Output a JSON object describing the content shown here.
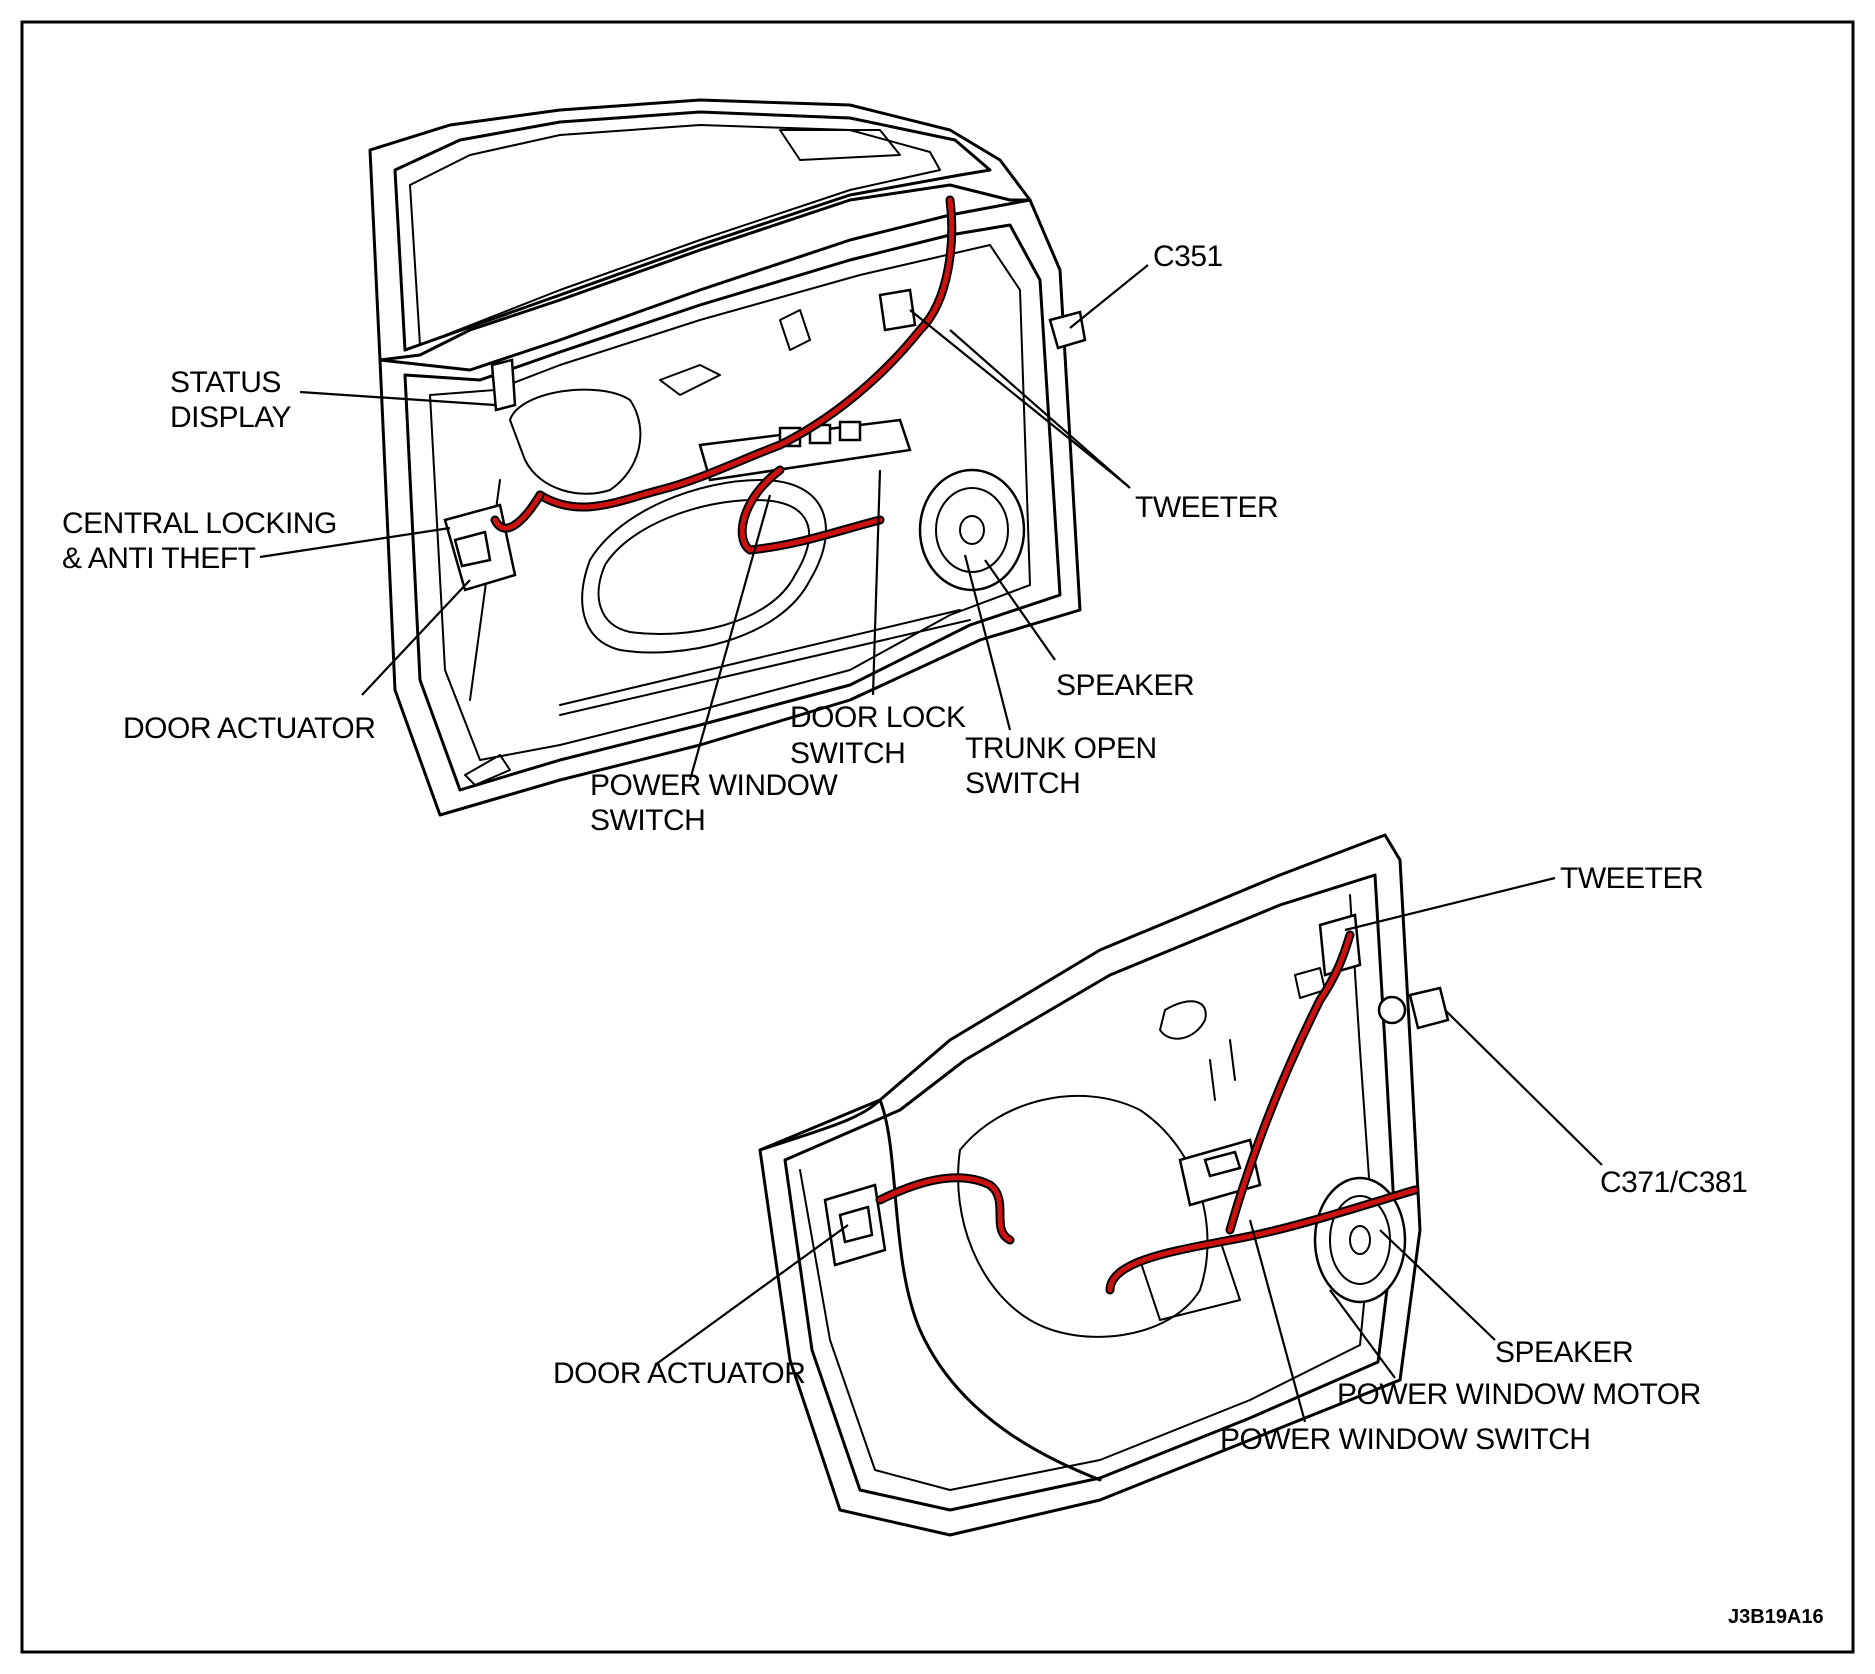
{
  "diagram": {
    "figure_code": "J3B19A16",
    "colors": {
      "line": "#000000",
      "harness": "#cc1111",
      "background": "#ffffff"
    },
    "front_door": {
      "labels": {
        "c351": "C351",
        "status_display_1": "STATUS",
        "status_display_2": "DISPLAY",
        "tweeter": "TWEETER",
        "central_locking_1": "CENTRAL LOCKING",
        "central_locking_2": "& ANTI THEFT",
        "speaker": "SPEAKER",
        "door_actuator": "DOOR ACTUATOR",
        "door_lock_switch_1": "DOOR LOCK",
        "door_lock_switch_2": "SWITCH",
        "trunk_open_switch_1": "TRUNK OPEN",
        "trunk_open_switch_2": "SWITCH",
        "power_window_switch_1": "POWER WINDOW",
        "power_window_switch_2": "SWITCH"
      }
    },
    "rear_door": {
      "labels": {
        "tweeter": "TWEETER",
        "c371_c381": "C371/C381",
        "door_actuator": "DOOR ACTUATOR",
        "speaker": "SPEAKER",
        "power_window_motor": "POWER WINDOW MOTOR",
        "power_window_switch": "POWER WINDOW SWITCH"
      }
    }
  }
}
